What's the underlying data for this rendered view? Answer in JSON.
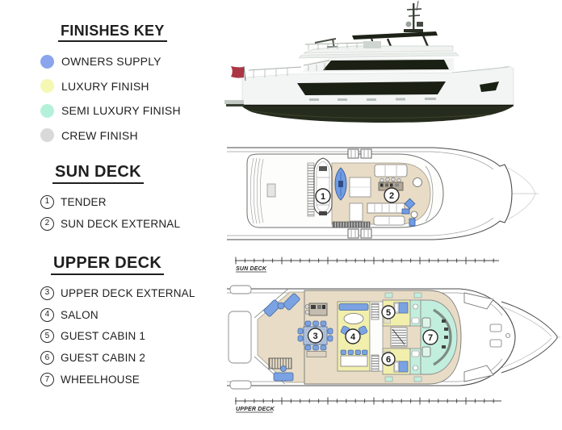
{
  "finishes_key": {
    "title": "FINISHES KEY",
    "items": [
      {
        "label": "OWNERS SUPPLY",
        "color": "#8aa5ec"
      },
      {
        "label": "LUXURY FINISH",
        "color": "#f5f8b3"
      },
      {
        "label": "SEMI LUXURY FINISH",
        "color": "#b5f1da"
      },
      {
        "label": "CREW FINISH",
        "color": "#d9d9d9"
      }
    ]
  },
  "sun_deck": {
    "title": "SUN DECK",
    "plan_caption": "SUN DECK",
    "items": [
      {
        "num": "1",
        "label": "TENDER"
      },
      {
        "num": "2",
        "label": "SUN DECK EXTERNAL"
      }
    ]
  },
  "upper_deck": {
    "title": "UPPER DECK",
    "plan_caption": "UPPER DECK",
    "items": [
      {
        "num": "3",
        "label": "UPPER DECK EXTERNAL"
      },
      {
        "num": "4",
        "label": "SALON"
      },
      {
        "num": "5",
        "label": "GUEST CABIN 1"
      },
      {
        "num": "6",
        "label": "GUEST CABIN 2"
      },
      {
        "num": "7",
        "label": "WHEELHOUSE"
      }
    ]
  },
  "colors": {
    "owners_supply_blue": "#8aa5ec",
    "luxury_yellow": "#f2efad",
    "semi_luxury_mint": "#c2eedd",
    "crew_gray": "#d9d9d9",
    "deck_tan": "#e8dcc6",
    "furniture_blue": "#7ba2e2",
    "hull_dark": "#262c1d",
    "flag_red": "#aa3644"
  }
}
